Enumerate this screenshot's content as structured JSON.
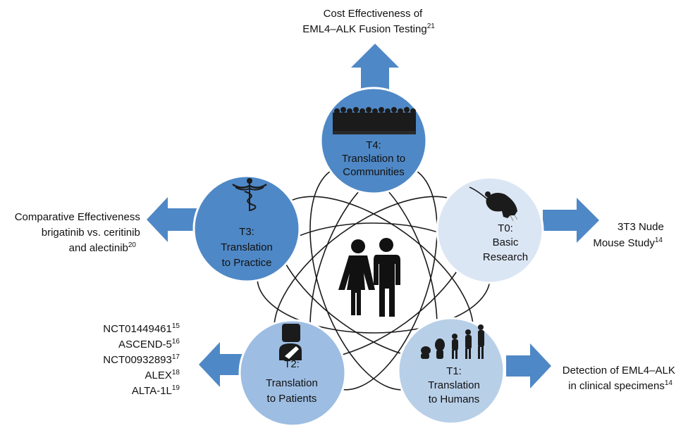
{
  "colors": {
    "arrow": "#4f88c6",
    "t4_circle": "#4f88c6",
    "t3_circle": "#4f88c6",
    "t0_circle": "#dbe6f4",
    "t1_circle": "#b8cfe8",
    "t2_circle": "#9dbde2",
    "circle_stroke": "#ffffff",
    "orbit_stroke": "#1a1a1a"
  },
  "phases": {
    "t4": {
      "code": "T4:",
      "line1": "Translation to",
      "line2": "Communities",
      "icon": "crowd-icon"
    },
    "t3": {
      "code": "T3:",
      "line1": "Translation",
      "line2": "to Practice",
      "icon": "caduceus-icon"
    },
    "t0": {
      "code": "T0:",
      "line1": "Basic",
      "line2": "Research",
      "icon": "mouse-icon"
    },
    "t1": {
      "code": "T1:",
      "line1": "Translation",
      "line2": "to Humans",
      "icon": "evolution-icon"
    },
    "t2": {
      "code": "T2:",
      "line1": "Translation",
      "line2": "to Patients",
      "icon": "patient-icon"
    }
  },
  "center": {
    "icon": "woman-man-icon"
  },
  "outcomes": {
    "top": {
      "line1": "Cost Effectiveness of",
      "line2": "EML4–ALK Fusion Testing",
      "ref": "21"
    },
    "left": {
      "line1": "Comparative Effectiveness",
      "line2": "brigatinib vs. ceritinib",
      "line3": "and alectinib",
      "ref": "20"
    },
    "right": {
      "line1": "3T3 Nude",
      "line2": "Mouse Study",
      "ref": "14"
    },
    "bottom_right": {
      "line1": "Detection of EML4–ALK",
      "line2": "in clinical specimens",
      "ref": "14"
    },
    "bottom_left": [
      {
        "text": "NCT01449461",
        "ref": "15"
      },
      {
        "text": "ASCEND-5",
        "ref": "16"
      },
      {
        "text": "NCT00932893",
        "ref": "17"
      },
      {
        "text": "ALEX",
        "ref": "18"
      },
      {
        "text": "ALTA-1L",
        "ref": "19"
      }
    ]
  }
}
